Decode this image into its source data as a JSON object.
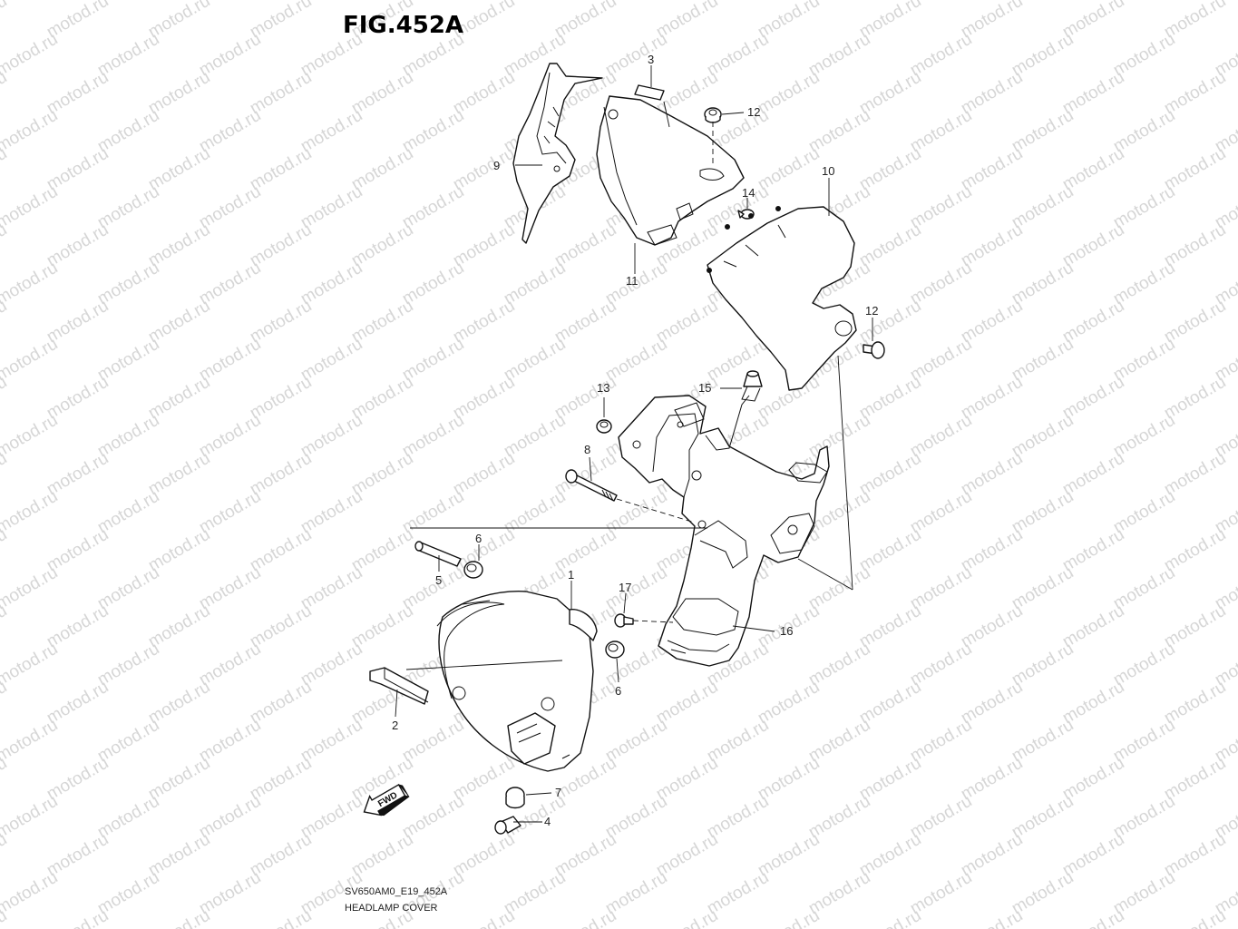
{
  "figure": {
    "title": "FIG.452A",
    "code": "SV650AM0_E19_452A",
    "caption": "HEADLAMP COVER",
    "watermark": "motod.ru"
  },
  "callouts": {
    "p1": "1",
    "p2": "2",
    "p3": "3",
    "p4": "4",
    "p5": "5",
    "p6a": "6",
    "p6b": "6",
    "p7": "7",
    "p8": "8",
    "p9": "9",
    "p10": "10",
    "p11": "11",
    "p12a": "12",
    "p12b": "12",
    "p13": "13",
    "p14": "14",
    "p15": "15",
    "p16": "16",
    "p17": "17"
  },
  "fwd_arrow": {
    "label": "FWD"
  },
  "colors": {
    "line": "#111111",
    "watermark": "#d6d6d6",
    "background": "#ffffff"
  }
}
